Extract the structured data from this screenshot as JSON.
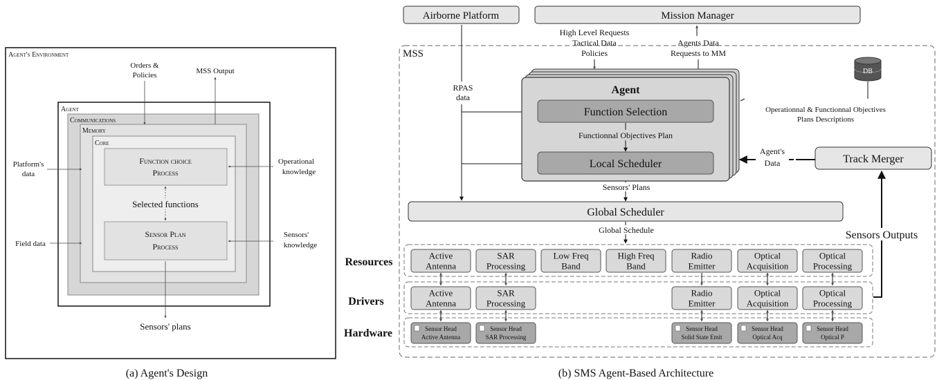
{
  "panel_a": {
    "env_label": "Agent's Environment",
    "agent_label": "Agent",
    "comm_label": "Communications",
    "memory_label": "Memory",
    "core_label": "Core",
    "function_choice": [
      "Function choice",
      "Process"
    ],
    "sensor_plan": [
      "Sensor Plan",
      "Process"
    ],
    "selected_functions": "Selected functions",
    "orders": [
      "Orders &",
      "Policies"
    ],
    "mss_output": "MSS Output",
    "platform_data": [
      "Platform's",
      "data"
    ],
    "operational": [
      "Operational",
      "knowledge"
    ],
    "field_data": "Field data",
    "sensors_knowledge": [
      "Sensors'",
      "knowledge"
    ],
    "sensors_plans": "Sensors' plans",
    "caption": "(a) Agent's Design"
  },
  "panel_b": {
    "airborne": "Airborne Platform",
    "mission_manager": "Mission Manager",
    "mss": "MSS",
    "high_level": [
      "High Level Requests",
      "Tactical Data",
      "Policies"
    ],
    "agents_data_req": [
      "Agents Data",
      "Requests to MM"
    ],
    "rpas": [
      "RPAS",
      "data"
    ],
    "db": "DB",
    "objectives": [
      "Operationnal & Functionnal Objectives",
      "Plans Descriptions"
    ],
    "agent": "Agent",
    "function_selection": "Function Selection",
    "func_obj_plan": "Functionnal Objectives Plan",
    "local_scheduler": "Local Scheduler",
    "agents_data": [
      "Agent's",
      "Data"
    ],
    "track_merger": "Track Merger",
    "sensors_plans": "Sensors' Plans",
    "global_scheduler": "Global Scheduler",
    "global_schedule": "Global Schedule",
    "sensors_outputs": "Sensors Outputs",
    "resources_label": "Resources",
    "drivers_label": "Drivers",
    "hardware_label": "Hardware",
    "resources": [
      [
        "Active",
        "Antenna"
      ],
      [
        "SAR",
        "Processing"
      ],
      [
        "Low Freq",
        "Band"
      ],
      [
        "High Freq",
        "Band"
      ],
      [
        "Radio",
        "Emitter"
      ],
      [
        "Optical",
        "Acquisition"
      ],
      [
        "Optical",
        "Processing"
      ]
    ],
    "drivers": [
      [
        "Active",
        "Antenna"
      ],
      [
        "SAR",
        "Processing"
      ],
      [
        "Radio",
        "Emitter"
      ],
      [
        "Optical",
        "Acquisition"
      ],
      [
        "Optical",
        "Processing"
      ]
    ],
    "hardware": [
      [
        "Sensor Head",
        "Active Antenna"
      ],
      [
        "Sensor Head",
        "SAR Processing"
      ],
      [
        "Sensor Head",
        "Solid State Emit"
      ],
      [
        "Sensor Head",
        "Optical Acq"
      ],
      [
        "Sensor Head",
        "Optical P"
      ]
    ],
    "caption": "(b) SMS Agent-Based Architecture"
  }
}
